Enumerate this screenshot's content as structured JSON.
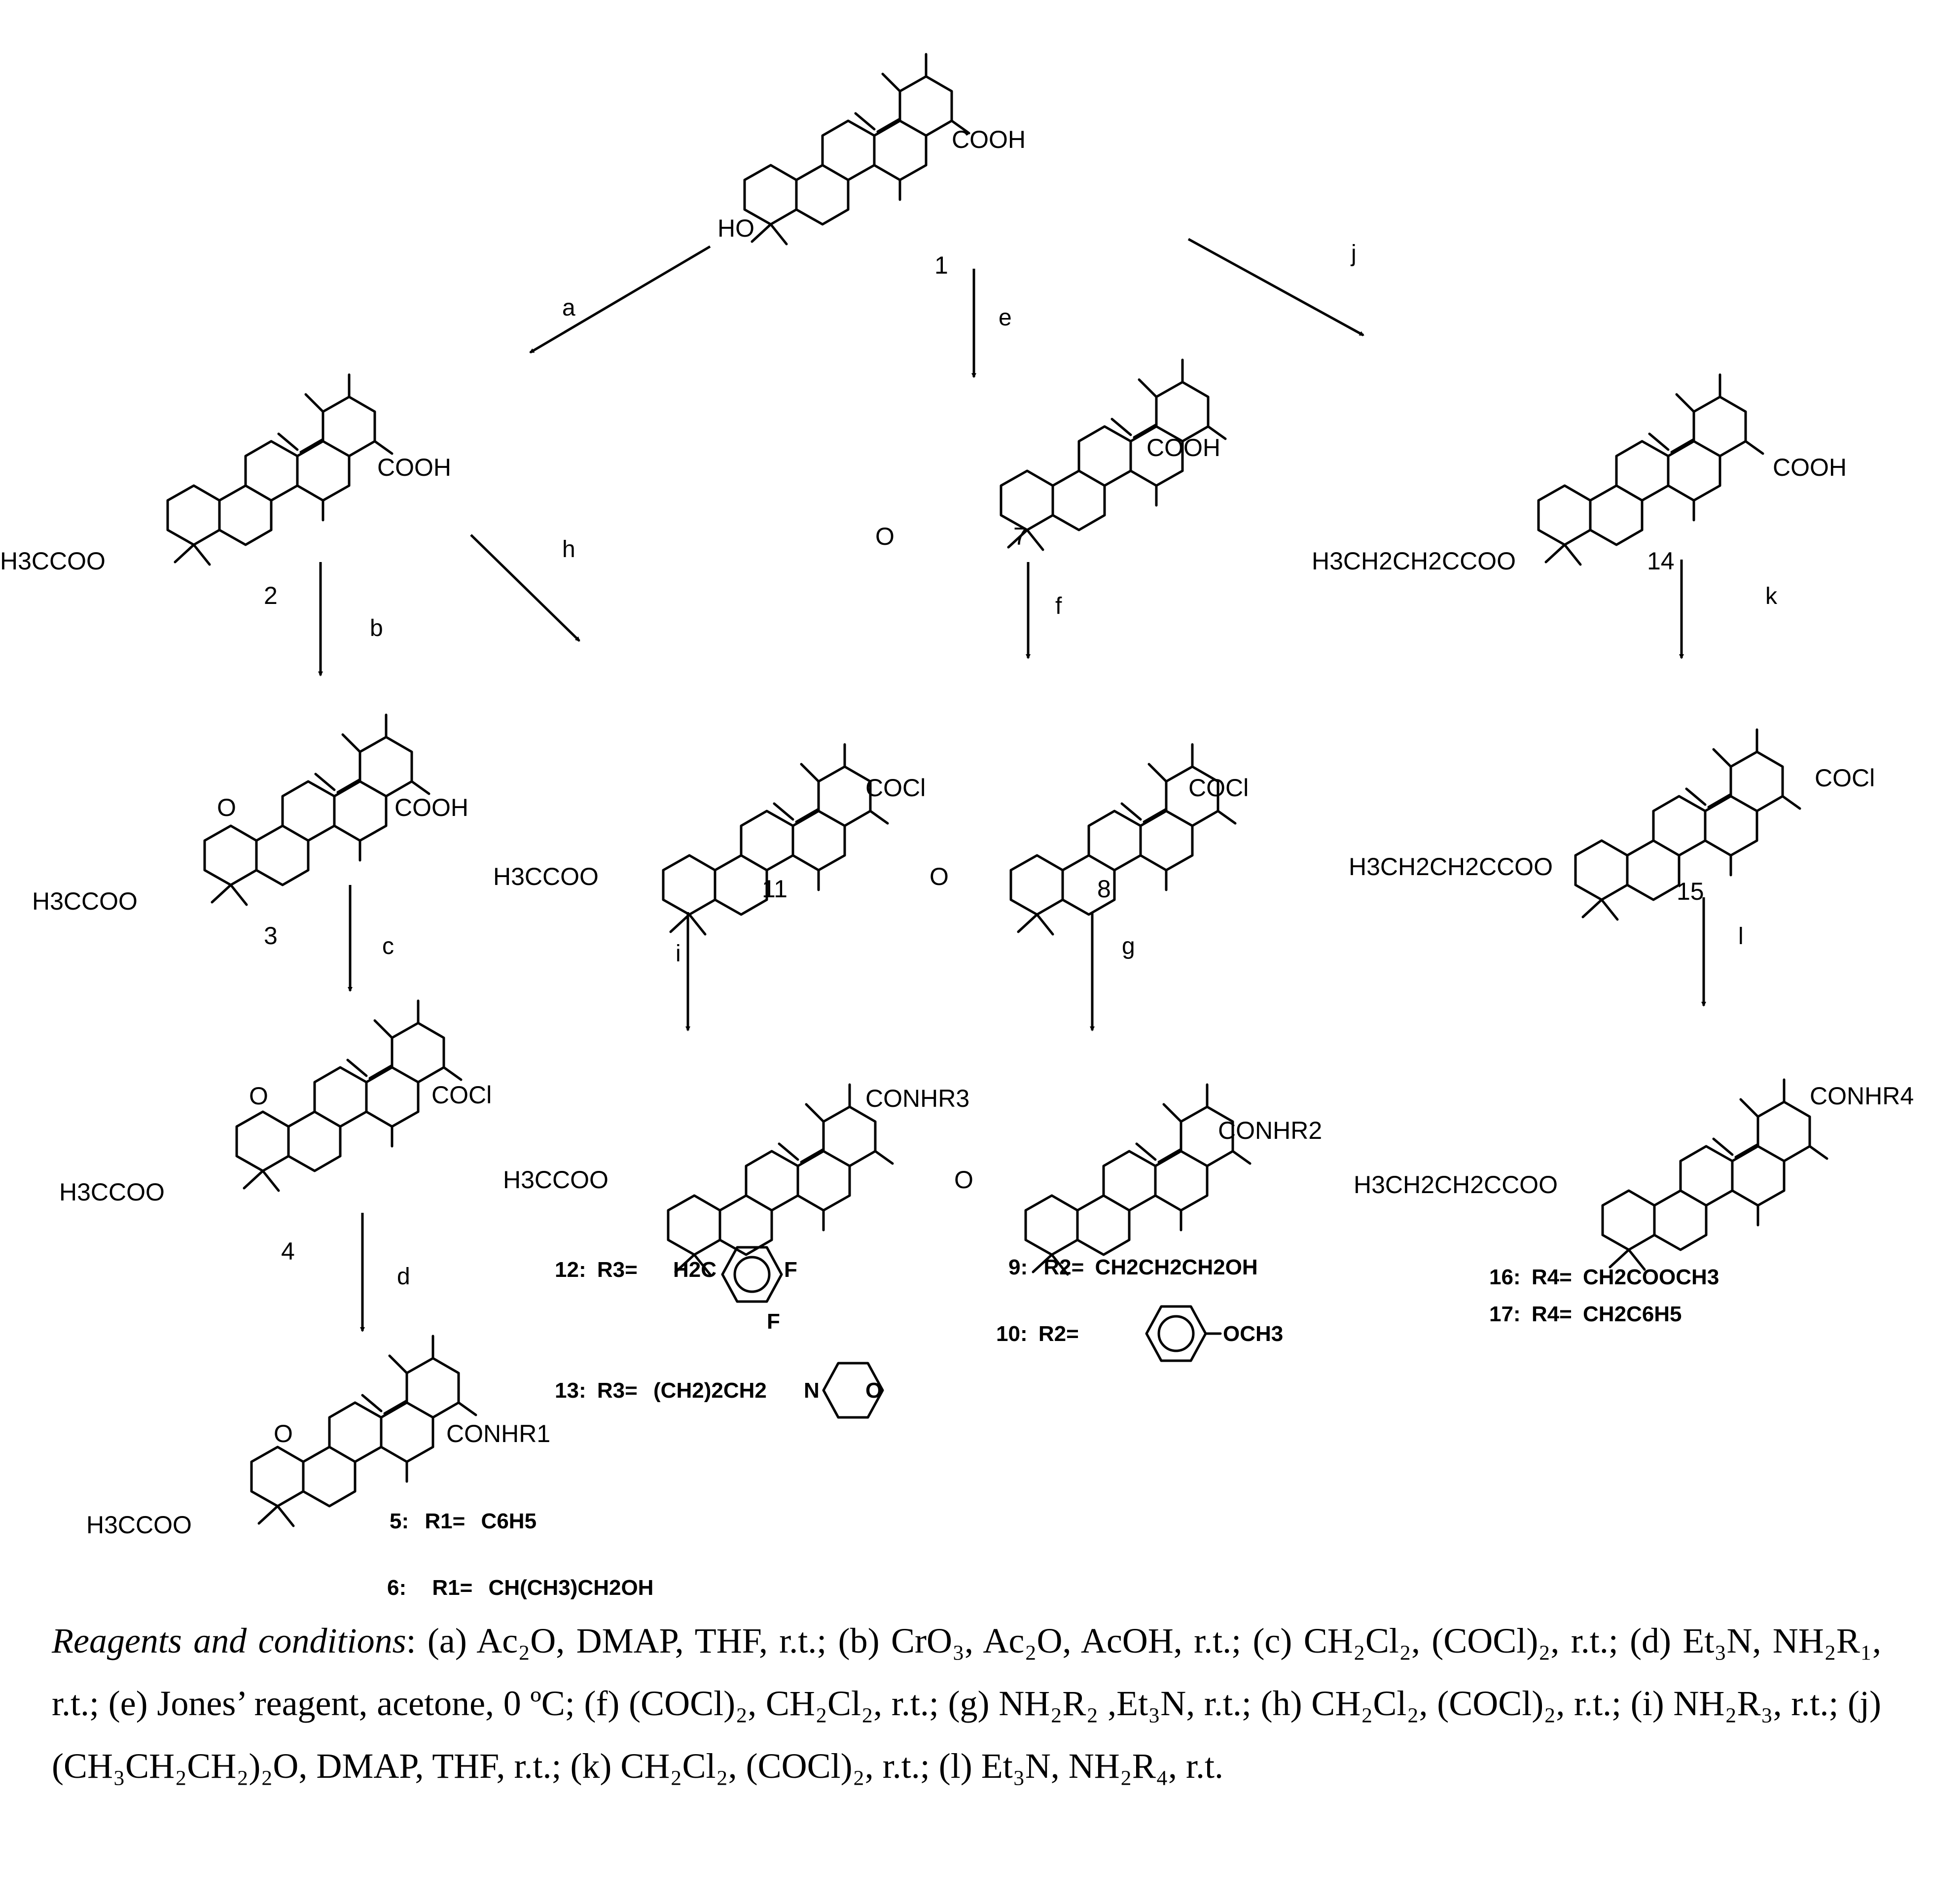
{
  "compounds": {
    "c1": {
      "number": "1",
      "top_group": "COOH",
      "c3_group": "HO"
    },
    "c2": {
      "number": "2",
      "top_group": "COOH",
      "c3_group": "H3CCOO"
    },
    "c3": {
      "number": "3",
      "top_group": "COOH",
      "c3_group": "H3CCOO",
      "keto": "O"
    },
    "c4": {
      "number": "4",
      "top_group": "COCl",
      "c3_group": "H3CCOO",
      "keto": "O"
    },
    "c5_6": {
      "top_group": "CONHR1",
      "c3_group": "H3CCOO",
      "keto": "O"
    },
    "c7": {
      "number": "7",
      "top_group": "COOH",
      "c3_group": "O"
    },
    "c8": {
      "number": "8",
      "top_group": "COCl",
      "c3_group": "O"
    },
    "c9_10": {
      "top_group": "CONHR2",
      "c3_group": "O"
    },
    "c11": {
      "number": "11",
      "top_group": "COCl",
      "c3_group": "H3CCOO"
    },
    "c12_13": {
      "top_group": "CONHR3",
      "c3_group": "H3CCOO"
    },
    "c14": {
      "number": "14",
      "top_group": "COOH",
      "c3_group": "H3CH2CH2CCOO"
    },
    "c15": {
      "number": "15",
      "top_group": "COCl",
      "c3_group": "H3CH2CH2CCOO"
    },
    "c16_17": {
      "top_group": "CONHR4",
      "c3_group": "H3CH2CH2CCOO"
    }
  },
  "steps": [
    "a",
    "b",
    "c",
    "d",
    "e",
    "f",
    "g",
    "h",
    "i",
    "j",
    "k",
    "l"
  ],
  "r_groups": {
    "r5": {
      "id": "5:",
      "r": "R1=",
      "value": "C6H5"
    },
    "r6": {
      "id": "6:",
      "r": "R1=",
      "value": "CH(CH3)CH2OH"
    },
    "r9": {
      "id": "9:",
      "r": "R2=",
      "value": "CH2CH2CH2OH"
    },
    "r10": {
      "id": "10:",
      "r": "R2=",
      "value": "OCH3"
    },
    "r12": {
      "id": "12:",
      "r": "R3=",
      "prefix": "H2C",
      "f1": "F",
      "f2": "F"
    },
    "r13": {
      "id": "13:",
      "r": "R3=",
      "value": "(CH2)2CH2",
      "n": "N",
      "o": "O"
    },
    "r16": {
      "id": "16:",
      "r": "R4=",
      "value": "CH2COOCH3"
    },
    "r17": {
      "id": "17:",
      "r": "R4=",
      "value": "CH2C6H5"
    }
  },
  "conditions": {
    "heading": "Reagents and conditions",
    "text": ": (a) Ac₂O, DMAP, THF, r.t.; (b) CrO₃, Ac₂O, AcOH, r.t.; (c) CH₂Cl₂, (COCl)₂, r.t.; (d) Et₃N, NH₂R₁, r.t.; (e) Jones’ reagent, acetone, 0 ºC; (f) (COCl)₂, CH₂Cl₂, r.t.; (g) NH₂R₂ ,Et₃N, r.t.; (h) CH₂Cl₂, (COCl)₂, r.t.; (i) NH₂R₃, r.t.; (j) (CH₃CH₂CH₂)₂O, DMAP, THF, r.t.; (k) CH₂Cl₂, (COCl)₂, r.t.; (l) Et₃N, NH₂R₄, r.t."
  }
}
